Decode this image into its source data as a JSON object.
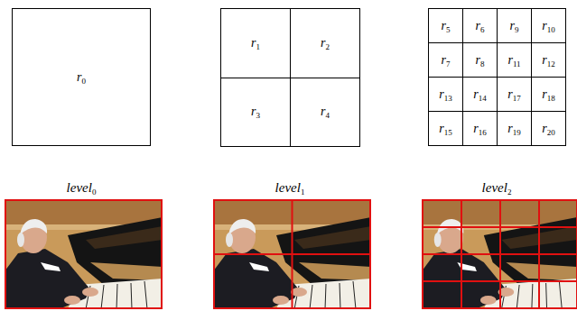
{
  "diagram": {
    "nodes": [
      {
        "text": [
          "r0"
        ]
      },
      {
        "text": [
          "r1"
        ]
      },
      {
        "text": [
          "r2"
        ]
      },
      {
        "text": [
          "r3"
        ]
      },
      {
        "text": [
          "r4"
        ]
      },
      {
        "text": [
          "r5"
        ]
      },
      {
        "text": [
          "r6"
        ]
      },
      {
        "text": [
          "r9"
        ]
      },
      {
        "text": [
          "r10"
        ]
      },
      {
        "text": [
          "r7"
        ]
      },
      {
        "text": [
          "r8"
        ]
      },
      {
        "text": [
          "r11"
        ]
      },
      {
        "text": [
          "r12"
        ]
      },
      {
        "text": [
          "r13"
        ]
      },
      {
        "text": [
          "r14"
        ]
      },
      {
        "text": [
          "r17"
        ]
      },
      {
        "text": [
          "r18"
        ]
      },
      {
        "text": [
          "r15"
        ]
      },
      {
        "text": [
          "r16"
        ]
      },
      {
        "text": [
          "r19"
        ]
      },
      {
        "text": [
          "r20"
        ]
      }
    ],
    "labels": [
      "level0",
      "level1",
      "level2"
    ]
  }
}
